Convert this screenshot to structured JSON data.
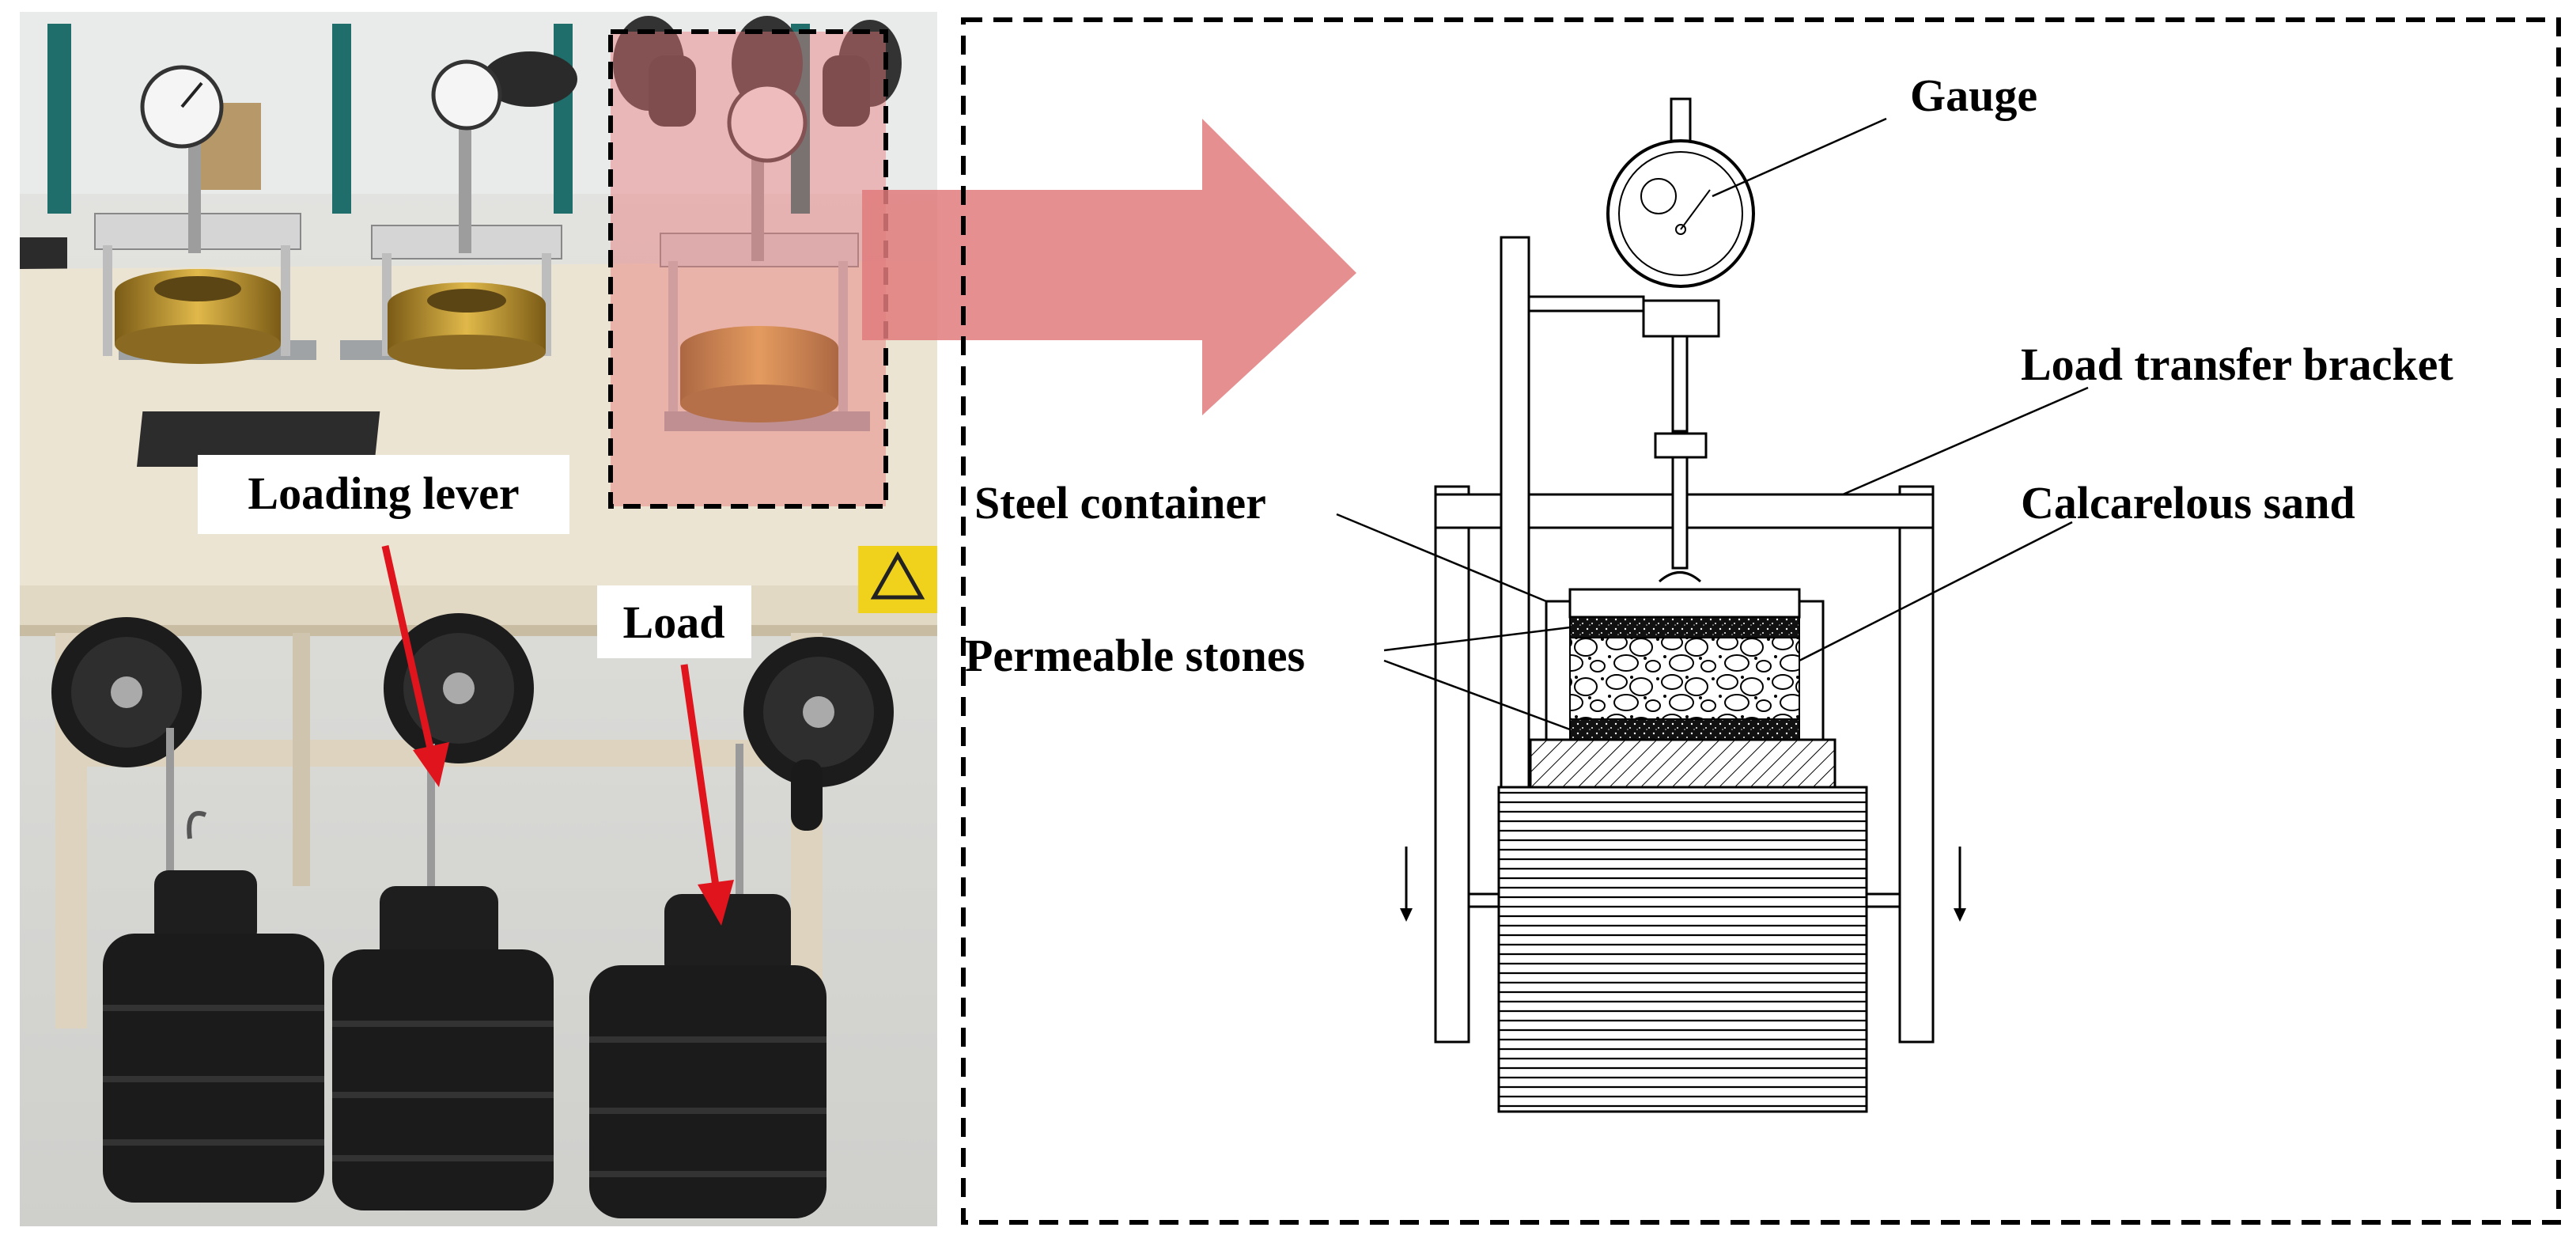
{
  "photo_labels": {
    "loading_lever": "Loading lever",
    "load": "Load"
  },
  "diagram_labels": {
    "gauge": "Gauge",
    "load_transfer_bracket": "Load transfer bracket",
    "steel_container": "Steel container",
    "calcareous_sand": "Calcarelous sand",
    "permeable_stones": "Permeable stones"
  },
  "colors": {
    "highlight": "#e8787a",
    "arrow": "#e07b7c",
    "annotation_arrow": "#e0141c",
    "bench_top": "#ece4d2",
    "brass": "#b08a2e",
    "weight": "#1e1e1e",
    "floor": "#d9d9d6"
  },
  "icons": {
    "pointer_arrow": "big-right-arrow",
    "gauge_dial": "dial-gauge-icon"
  }
}
